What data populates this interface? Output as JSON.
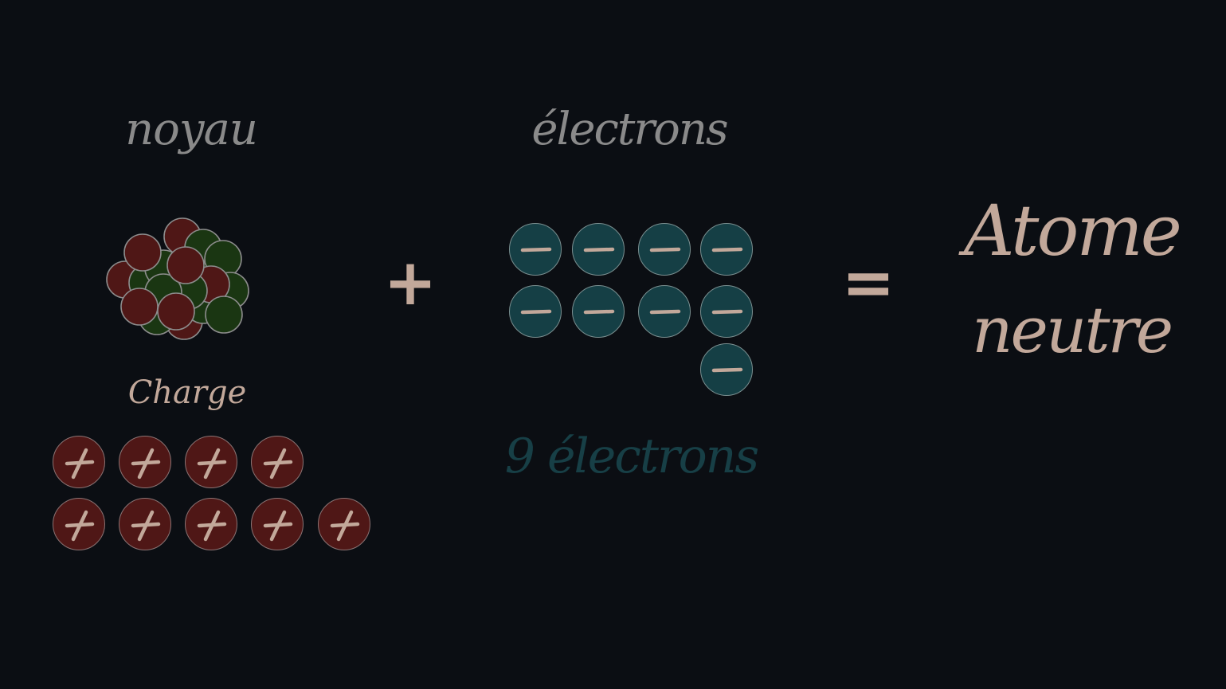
{
  "titles": {
    "nucleus": "noyau",
    "electrons": "électrons"
  },
  "charge_label": "Charge",
  "electron_count_label": "9 électrons",
  "operators": {
    "plus": "+",
    "equals": "="
  },
  "result": {
    "line1": "Atome",
    "line2": "neutre"
  },
  "nucleus": {
    "protons": 9,
    "neutrons": 10
  },
  "proton_charges": {
    "count": 9,
    "symbol": "+"
  },
  "electrons": {
    "count": 9,
    "symbol": "−"
  },
  "colors": {
    "background": "#0b0e13",
    "proton": "#4f1716",
    "neutron": "#1a3612",
    "electron": "#153f45",
    "sign": "#c2a89a",
    "title": "#8a8a8a",
    "count_text": "#173f46"
  }
}
